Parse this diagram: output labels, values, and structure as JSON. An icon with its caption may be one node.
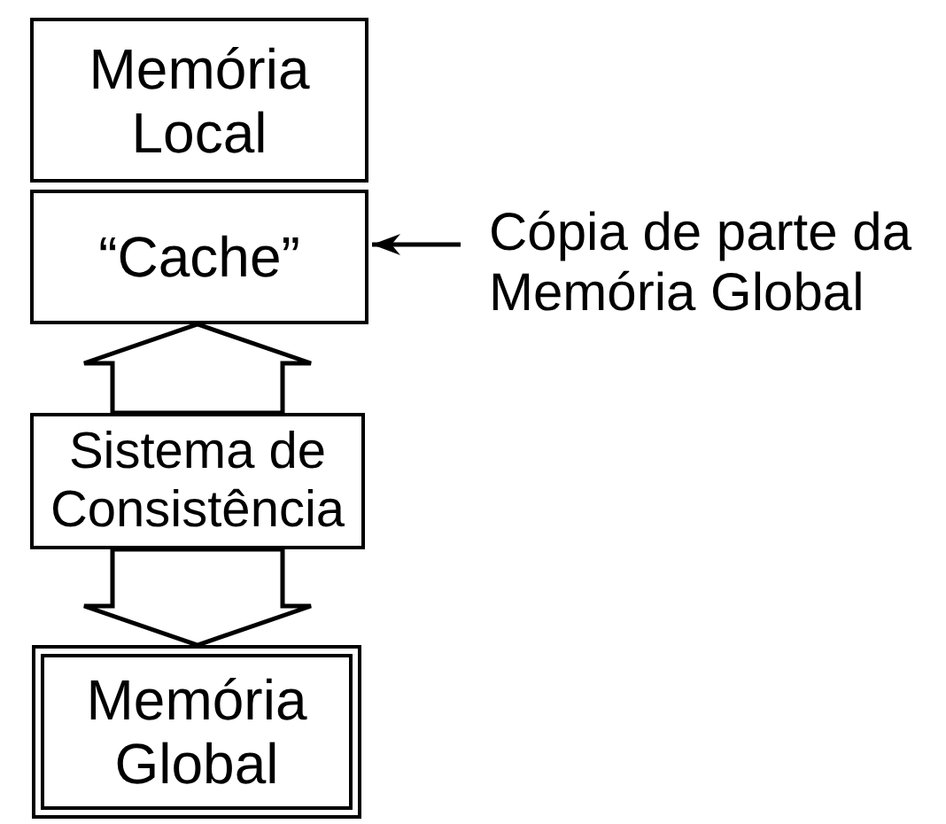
{
  "diagram": {
    "nodes": [
      {
        "text": [
          "Memória Local"
        ]
      },
      {
        "text": [
          "“Cache”"
        ]
      },
      {
        "text": [
          "Cópia de parte da Memória Global"
        ]
      },
      {
        "text": [
          "Sistema de Consistência"
        ]
      },
      {
        "text": [
          "Memória Global"
        ]
      }
    ],
    "edges": [
      {
        "from": 2,
        "to": 1,
        "arrow": "to"
      },
      {
        "from": 3,
        "to": 1,
        "arrow": "to",
        "style": "thick"
      },
      {
        "from": 3,
        "to": 4,
        "arrow": "to",
        "style": "thick"
      }
    ]
  }
}
